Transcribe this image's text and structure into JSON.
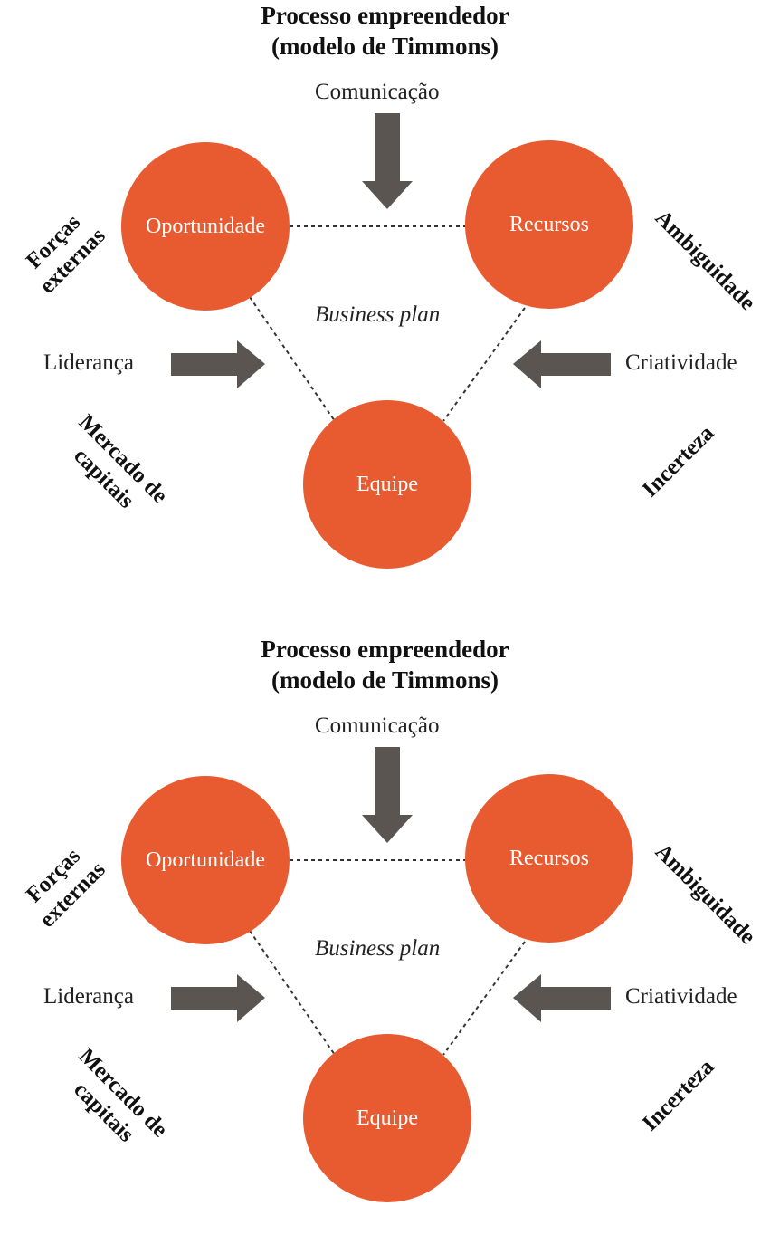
{
  "colors": {
    "circle": "#e85a30",
    "arrow": "#5b5552",
    "line": "#333333"
  },
  "diagrams": [
    {
      "title_line1": "Processo empreendedor",
      "title_line2": "(modelo de Timmons)",
      "top_label": "Comunicação",
      "circles": {
        "opportunity": "Oportunidade",
        "resources": "Recursos",
        "team": "Equipe"
      },
      "center_label": "Business plan",
      "left_label": "Liderança",
      "right_label": "Criatividade",
      "corners": {
        "top_left_line1": "Forças",
        "top_left_line2": "externas",
        "top_right": "Ambiguidade",
        "bottom_left_line1": "Mercado de",
        "bottom_left_line2": "capitais",
        "bottom_right": "Incerteza"
      }
    },
    {
      "title_line1": "Processo empreendedor",
      "title_line2": "(modelo de Timmons)",
      "top_label": "Comunicação",
      "circles": {
        "opportunity": "Oportunidade",
        "resources": "Recursos",
        "team": "Equipe"
      },
      "center_label": "Business plan",
      "left_label": "Liderança",
      "right_label": "Criatividade",
      "corners": {
        "top_left_line1": "Forças",
        "top_left_line2": "externas",
        "top_right": "Ambiguidade",
        "bottom_left_line1": "Mercado de",
        "bottom_left_line2": "capitais",
        "bottom_right": "Incerteza"
      }
    }
  ]
}
